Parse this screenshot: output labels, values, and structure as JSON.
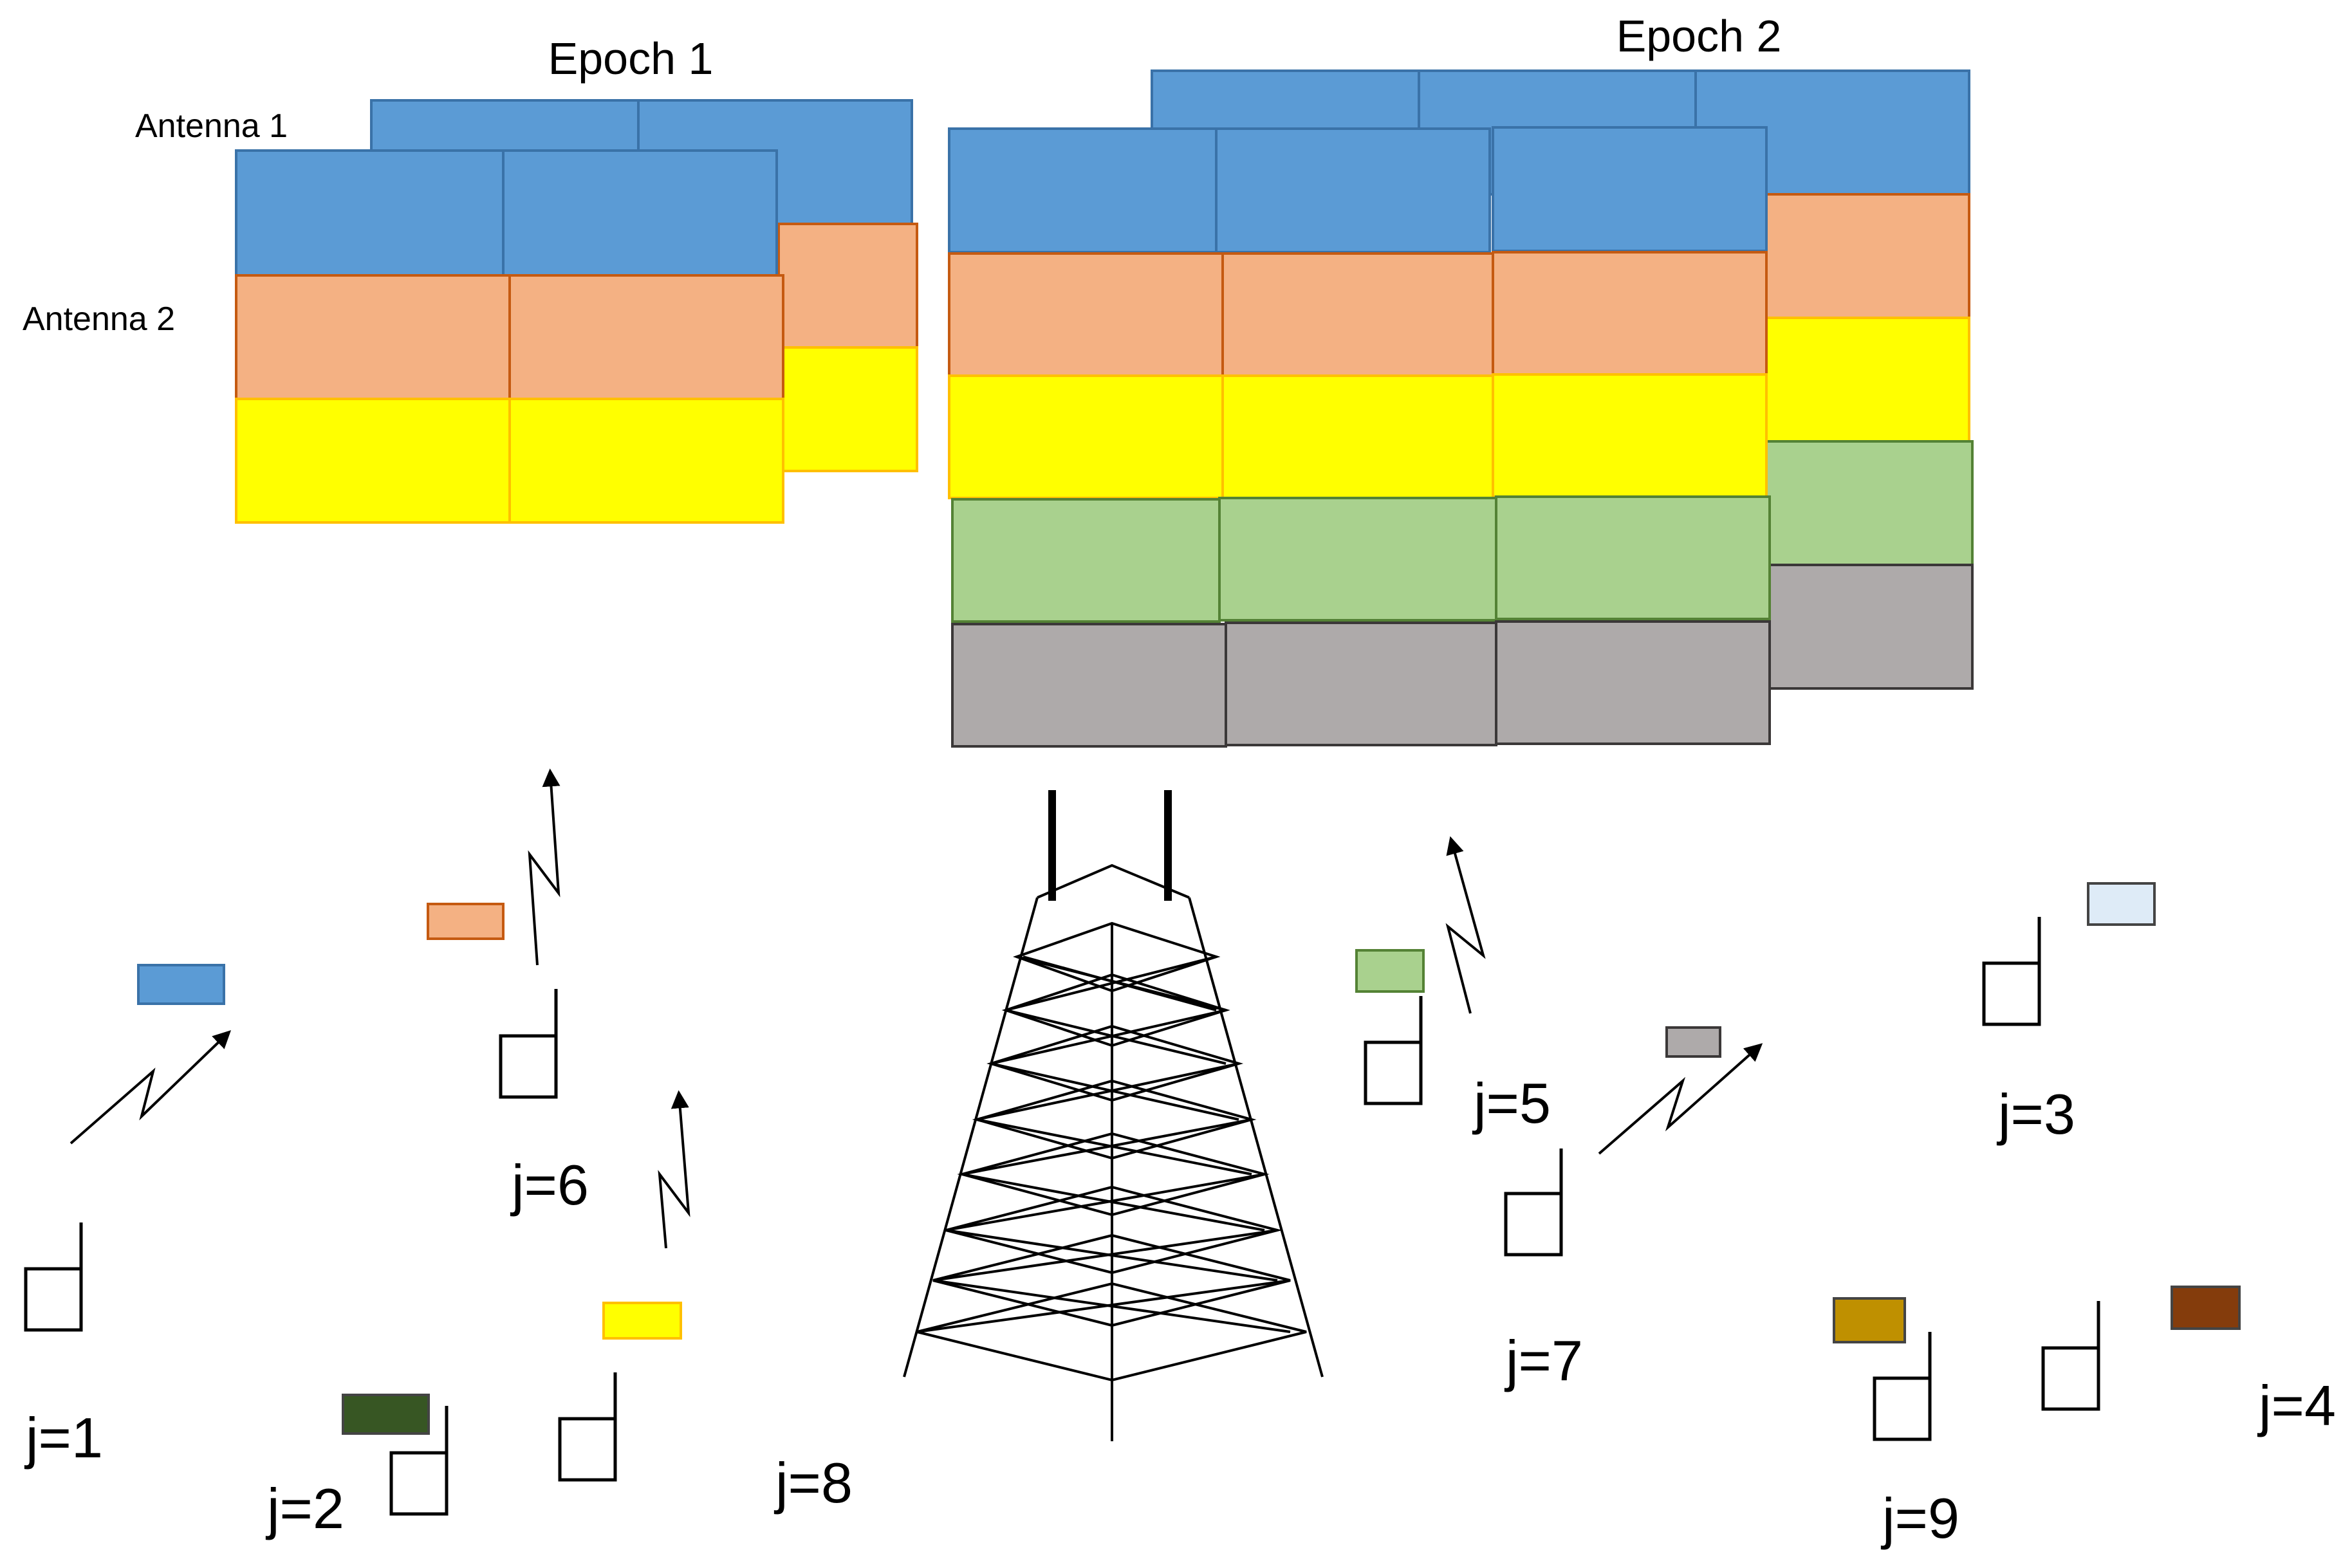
{
  "colors": {
    "blue": "#5b9bd5",
    "blue_stroke": "#3a72a8",
    "orange": "#f4b183",
    "orange_stroke": "#c55a11",
    "yellow": "#ffff00",
    "yellow_stroke": "#ffc000",
    "green": "#a9d18e",
    "green_stroke": "#548235",
    "gray": "#aeaaaa",
    "gray_stroke": "#3b3838",
    "light_blue": "#deebf7",
    "dark_green": "#375623",
    "gold": "#bf9000",
    "brown": "#843c0c"
  },
  "epochs": [
    {
      "title": "Epoch 1",
      "antenna_labels": [
        "Antenna 1",
        "Antenna 2"
      ],
      "layers": [
        "blue",
        "orange",
        "yellow"
      ]
    },
    {
      "title": "Epoch 2",
      "antenna_labels": [],
      "layers": [
        "blue",
        "orange",
        "yellow",
        "green",
        "gray"
      ]
    }
  ],
  "users": [
    {
      "label": "j=1",
      "color": "blue"
    },
    {
      "label": "j=2",
      "color": "dark_green"
    },
    {
      "label": "j=3",
      "color": "light_blue"
    },
    {
      "label": "j=4",
      "color": "brown"
    },
    {
      "label": "j=5",
      "color": "green"
    },
    {
      "label": "j=6",
      "color": "orange"
    },
    {
      "label": "j=7",
      "color": "gray"
    },
    {
      "label": "j=8",
      "color": "yellow"
    },
    {
      "label": "j=9",
      "color": "gold"
    }
  ]
}
